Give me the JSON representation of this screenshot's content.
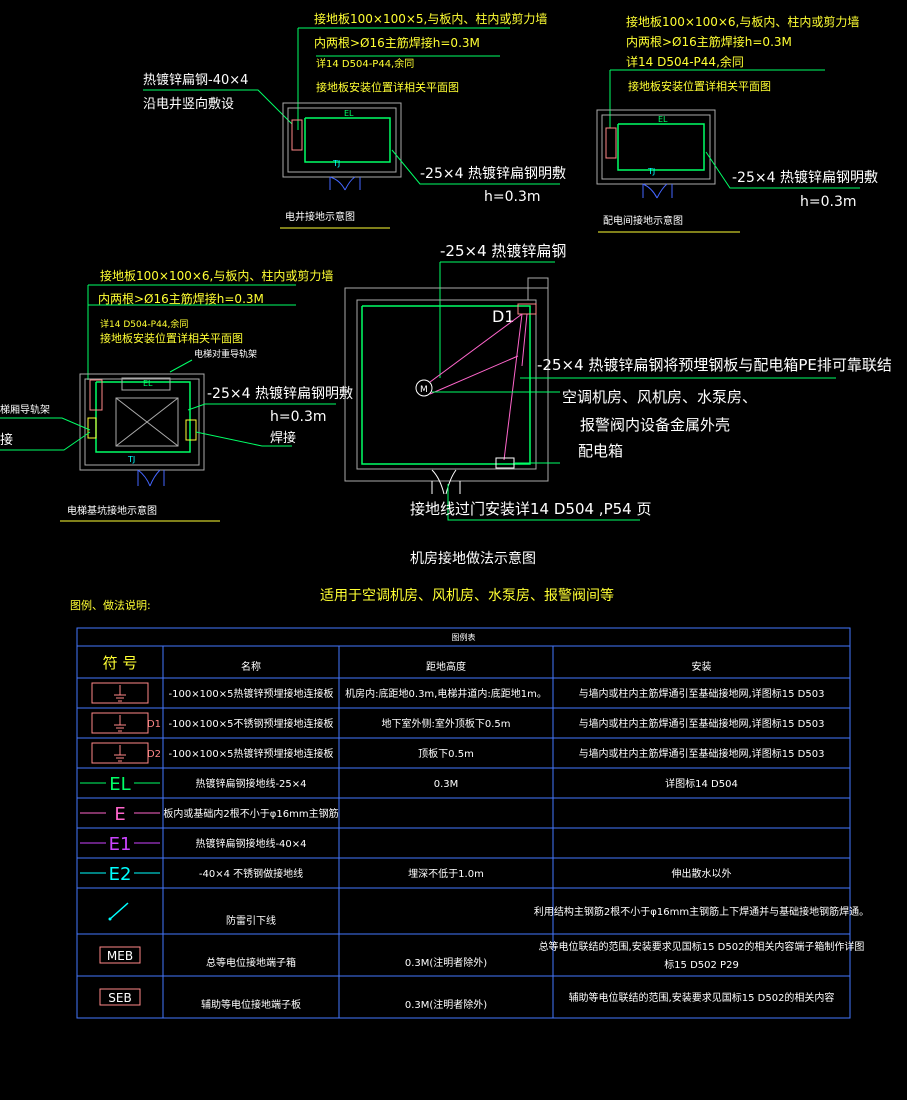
{
  "colors": {
    "background": "#000000",
    "white": "#ffffff",
    "yellow": "#ffff33",
    "green": "#00ff66",
    "cyan": "#00ffff",
    "blue": "#4466ff",
    "magenta": "#ff66cc",
    "violet": "#cc44ff",
    "wall_gray": "#aaaaaa",
    "table_border": "#4477ff",
    "symbol_box": "#ff8888"
  },
  "shaft": {
    "note1": "接地板100×100×5,与板内、柱内或剪力墙",
    "note2": "内两根>Ø16主筋焊接h=0.3M",
    "note3": "详14 D504-P44,余同",
    "note4": "接地板安装位置详相关平面图",
    "left1": "热镀锌扁钢-40×4",
    "left2": "沿电井竖向敷设",
    "el": "EL",
    "tj": "TJ",
    "right1": "-25×4 热镀锌扁钢明敷",
    "right2": "h=0.3m",
    "caption": "电井接地示意图"
  },
  "power_room": {
    "note1": "接地板100×100×6,与板内、柱内或剪力墙",
    "note2": "内两根>Ø16主筋焊接h=0.3M",
    "note3": "详14 D504-P44,余同",
    "note4": "接地板安装位置详相关平面图",
    "el": "EL",
    "tj": "TJ",
    "right1": "-25×4 热镀锌扁钢明敷",
    "right2": "h=0.3m",
    "caption": "配电间接地示意图"
  },
  "elevator": {
    "note1": "接地板100×100×6,与板内、柱内或剪力墙",
    "note2": "内两根>Ø16主筋焊接h=0.3M",
    "note3": "详14 D504-P44,余同",
    "note4": "接地板安装位置详相关平面图",
    "rail_label": "电梯对重导轨架",
    "el": "EL",
    "tj": "TJ",
    "left1": "梯厢导轨架",
    "left2": "接",
    "right1": "-25×4 热镀锌扁钢明敷",
    "right2": "h=0.3m",
    "right3": "焊接",
    "caption": "电梯基坑接地示意图"
  },
  "machine_room": {
    "top_label": "-25×4 热镀锌扁钢",
    "d1": "D1",
    "motor": "M",
    "r1": "-25×4 热镀锌扁钢将预埋钢板与配电箱PE排可靠联结",
    "r2": "空调机房、风机房、水泵房、",
    "r3": "报警阀内设备金属外壳",
    "r4": "配电箱",
    "door_note": "接地线过门安装详14 D504 ,P54 页",
    "caption": "机房接地做法示意图",
    "subcaption": "适用于空调机房、风机房、水泵房、报警阀间等"
  },
  "legend": {
    "heading": "图例、做法说明:",
    "table_title": "图例表",
    "headers": [
      "符  号",
      "名称",
      "距地高度",
      "安装"
    ],
    "rows": [
      {
        "symbol": "plate",
        "tag": "",
        "name": "-100×100×5热镀锌预埋接地连接板",
        "height": "机房内:底距地0.3m,电梯井道内:底距地1m。",
        "install": "与墙内或柱内主筋焊通引至基础接地网,详图标15 D503"
      },
      {
        "symbol": "plate",
        "tag": "D1",
        "name": "-100×100×5不锈钢预埋接地连接板",
        "height": "地下室外侧:室外顶板下0.5m",
        "install": "与墙内或柱内主筋焊通引至基础接地网,详图标15 D503"
      },
      {
        "symbol": "plate",
        "tag": "D2",
        "name": "-100×100×5热镀锌预埋接地连接板",
        "height": "顶板下0.5m",
        "install": "与墙内或柱内主筋焊通引至基础接地网,详图标15 D503"
      },
      {
        "symbol": "line",
        "tag": "EL",
        "name": "热镀锌扁钢接地线-25×4",
        "height": "0.3M",
        "install": "详图标14 D504"
      },
      {
        "symbol": "line",
        "tag": "E",
        "name": "板内或基础内2根不小于φ16mm主钢筋",
        "height": "",
        "install": ""
      },
      {
        "symbol": "line",
        "tag": "E1",
        "name": "热镀锌扁钢接地线-40×4",
        "height": "",
        "install": ""
      },
      {
        "symbol": "line",
        "tag": "E2",
        "name": "-40×4 不锈钢做接地线",
        "height": "埋深不低于1.0m",
        "install": "伸出散水以外"
      },
      {
        "symbol": "down",
        "tag": "",
        "name": "防雷引下线",
        "height": "",
        "install": "利用结构主钢筋2根不小于φ16mm主钢筋上下焊通并与基础接地钢筋焊通。"
      },
      {
        "symbol": "box",
        "tag": "MEB",
        "name": "总等电位接地端子箱",
        "height": "0.3M(注明者除外)",
        "install": "总等电位联结的范围,安装要求见国标15 D502的相关内容端子箱制作详图标15 D502  P29"
      },
      {
        "symbol": "box",
        "tag": "SEB",
        "name": "辅助等电位接地端子板",
        "height": "0.3M(注明者除外)",
        "install": "辅助等电位联结的范围,安装要求见国标15 D502的相关内容"
      }
    ]
  }
}
